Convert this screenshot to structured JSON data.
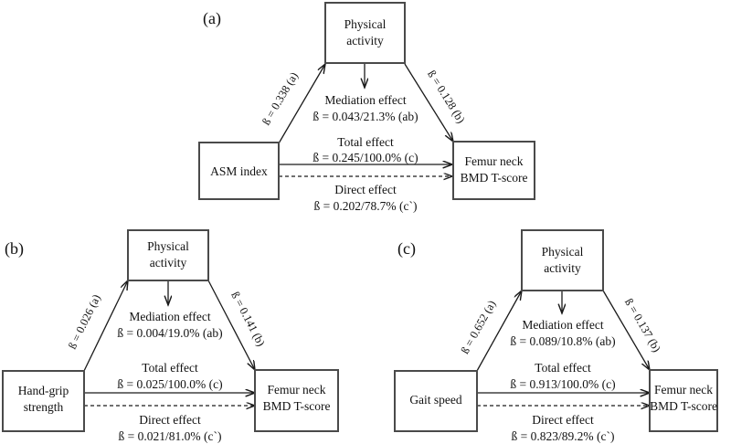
{
  "figure": {
    "type": "mediation-path-diagram",
    "panel_count": 3
  },
  "chart_data": {
    "type": "diagram",
    "title": "",
    "subtitle": "",
    "xlabel": "",
    "ylabel": "",
    "legend": [],
    "panels": [
      {
        "label": "(a)",
        "predictor": "ASM index",
        "mediator_line1": "Physical",
        "mediator_line2": "activity",
        "outcome_line1": "Femur neck",
        "outcome_line2": "BMD T-score",
        "path_a": "ß = 0.338 (a)",
        "path_b": "ß = 0.128 (b)",
        "mediation_title": "Mediation effect",
        "mediation_value": "ß = 0.043/21.3% (ab)",
        "total_title": "Total effect",
        "total_value": "ß = 0.245/100.0% (c)",
        "direct_title": "Direct effect",
        "direct_value": "ß = 0.202/78.7% (c`)"
      },
      {
        "label": "(b)",
        "predictor_line1": "Hand-grip",
        "predictor_line2": "strength",
        "mediator_line1": "Physical",
        "mediator_line2": "activity",
        "outcome_line1": "Femur neck",
        "outcome_line2": "BMD T-score",
        "path_a": "ß = 0.026 (a)",
        "path_b": "ß = 0.141 (b)",
        "mediation_title": "Mediation effect",
        "mediation_value": "ß = 0.004/19.0% (ab)",
        "total_title": "Total effect",
        "total_value": "ß = 0.025/100.0% (c)",
        "direct_title": "Direct effect",
        "direct_value": "ß = 0.021/81.0% (c`)"
      },
      {
        "label": "(c)",
        "predictor": "Gait speed",
        "mediator_line1": "Physical",
        "mediator_line2": "activity",
        "outcome_line1": "Femur neck",
        "outcome_line2": "BMD T-score",
        "path_a": "ß = 0.652 (a)",
        "path_b": "ß = 0.137 (b)",
        "mediation_title": "Mediation effect",
        "mediation_value": "ß = 0.089/10.8% (ab)",
        "total_title": "Total effect",
        "total_value": "ß = 0.913/100.0% (c)",
        "direct_title": "Direct effect",
        "direct_value": "ß = 0.823/89.2% (c`)"
      }
    ],
    "colors": {
      "box_stroke": "#4a4a4a",
      "line": "#1a1a1a",
      "text": "#111111",
      "background": "#ffffff"
    }
  }
}
